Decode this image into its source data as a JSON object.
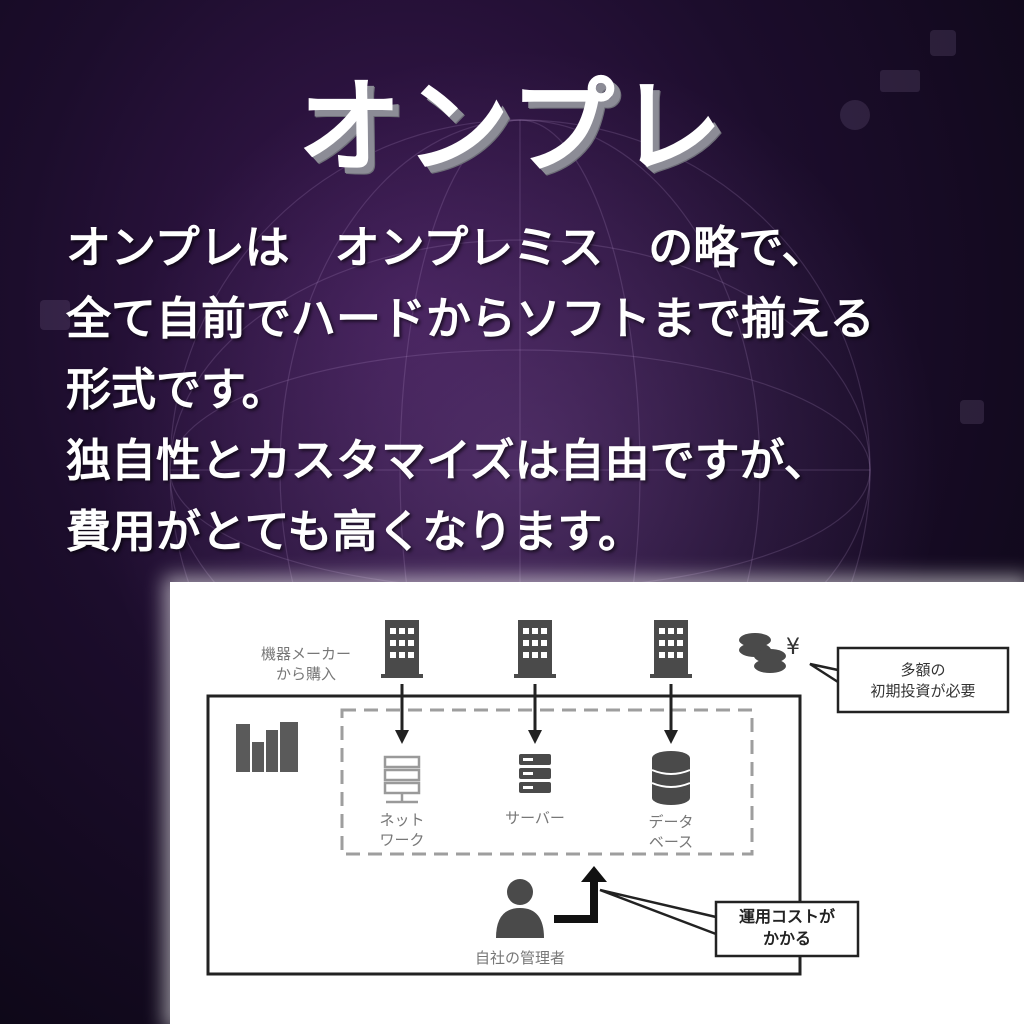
{
  "title": "オンプレ",
  "description": [
    "オンプレは　オンプレミス　の略で、",
    "全て自前でハードからソフトまで揃える",
    "形式です。",
    "独自性とカスタマイズは自由ですが、",
    "費用がとても高くなります。"
  ],
  "diagram": {
    "vendor_label": [
      "機器メーカー",
      "から購入"
    ],
    "components": [
      {
        "label": [
          "ネット",
          "ワーク"
        ],
        "icon": "network-icon"
      },
      {
        "label": [
          "サーバー"
        ],
        "icon": "server-icon"
      },
      {
        "label": [
          "データ",
          "ベース"
        ],
        "icon": "database-icon"
      }
    ],
    "investment_callout": [
      "多額の",
      "初期投資が必要"
    ],
    "cost_callout": [
      "運用コストが",
      "かかる"
    ],
    "admin_label": "自社の管理者",
    "yen_symbol": "¥",
    "colors": {
      "dark": "#4a4a4a",
      "gray": "#9e9e9e",
      "line": "#222222"
    }
  }
}
